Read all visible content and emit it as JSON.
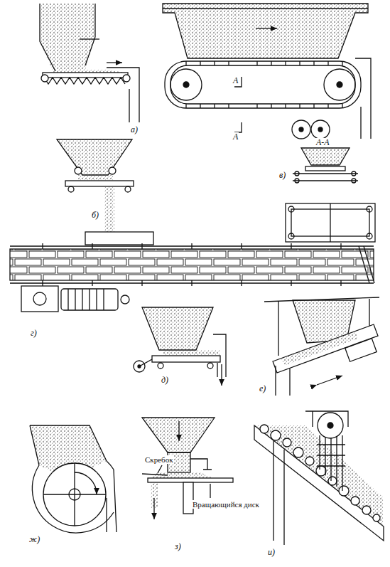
{
  "diagram": {
    "labels": [
      "а)",
      "А",
      "А",
      "А-А",
      "в)",
      "б)",
      "г)",
      "д)",
      "е)",
      "ж)",
      "Скребок",
      "Вращающийся диск",
      "з)",
      "и)"
    ]
  }
}
